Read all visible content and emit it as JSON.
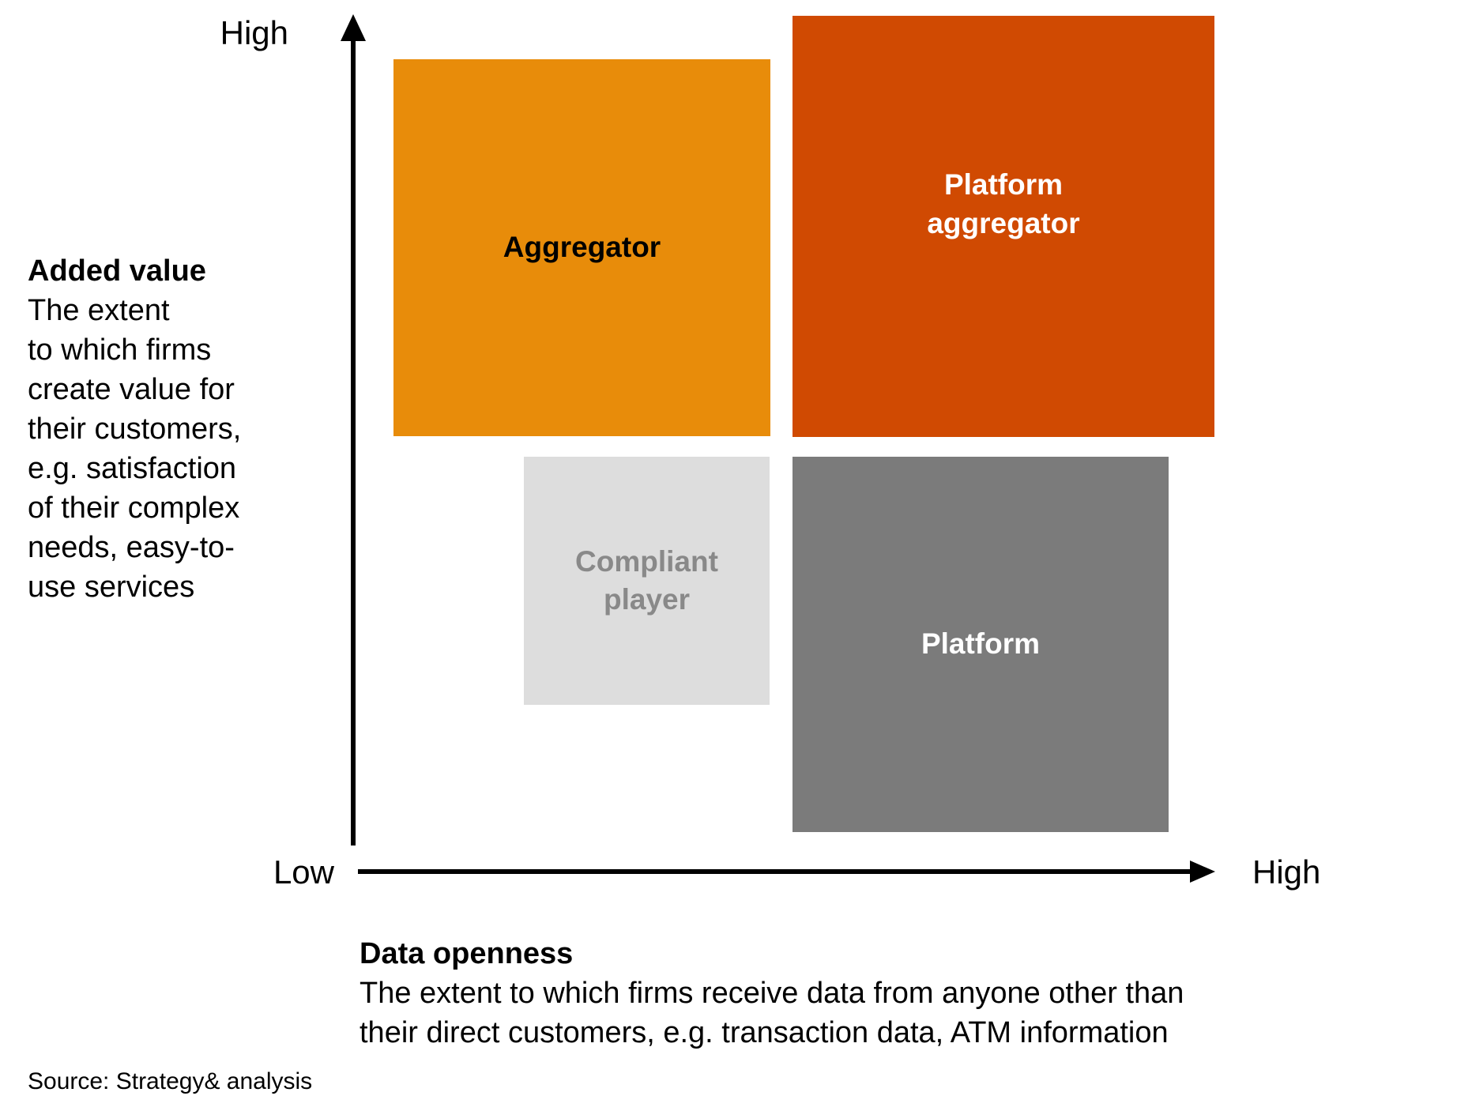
{
  "diagram": {
    "type": "2x2-matrix",
    "source_note": "Source: Strategy& analysis"
  },
  "colors": {
    "aggregator_bg": "#E88C0A",
    "aggregator_text": "#000000",
    "platform_aggregator_bg": "#D04A02",
    "platform_aggregator_text": "#FFFFFF",
    "compliant_player_bg": "#DDDDDD",
    "compliant_player_text": "#898989",
    "platform_bg": "#7B7B7B",
    "platform_text": "#FFFFFF",
    "axis": "#000000"
  },
  "y_axis": {
    "top_label": "High",
    "bottom_label": "Low",
    "title": "Added value",
    "description": "The extent\nto which firms\ncreate value for\ntheir customers,\ne.g. satisfaction\nof their complex\nneeds, easy-to-\nuse services"
  },
  "x_axis": {
    "right_label": "High",
    "title": "Data openness",
    "description": "The extent to which firms receive data from anyone other than\ntheir direct customers, e.g. transaction data, ATM information"
  },
  "quadrants": [
    {
      "id": "aggregator",
      "label": "Aggregator",
      "data_openness": "low",
      "added_value": "high"
    },
    {
      "id": "platform-aggregator",
      "label": "Platform\naggregator",
      "data_openness": "high",
      "added_value": "high"
    },
    {
      "id": "compliant-player",
      "label": "Compliant\nplayer",
      "data_openness": "low",
      "added_value": "low"
    },
    {
      "id": "platform",
      "label": "Platform",
      "data_openness": "high",
      "added_value": "low"
    }
  ]
}
